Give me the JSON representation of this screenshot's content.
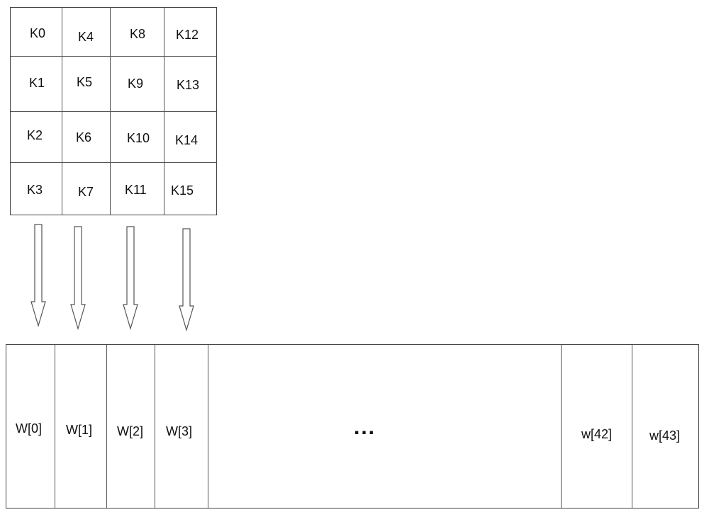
{
  "key_matrix": {
    "columns": [
      [
        "K0",
        "K1",
        "K2",
        "K3"
      ],
      [
        "K4",
        "K5",
        "K6",
        "K7"
      ],
      [
        "K8",
        "K9",
        "K10",
        "K11"
      ],
      [
        "K12",
        "K13",
        "K14",
        "K15"
      ]
    ]
  },
  "word_array": {
    "words": [
      "W[0]",
      "W[1]",
      "W[2]",
      "W[3]"
    ],
    "ellipsis": "...",
    "tail_words": [
      "w[42]",
      "w[43]"
    ]
  }
}
